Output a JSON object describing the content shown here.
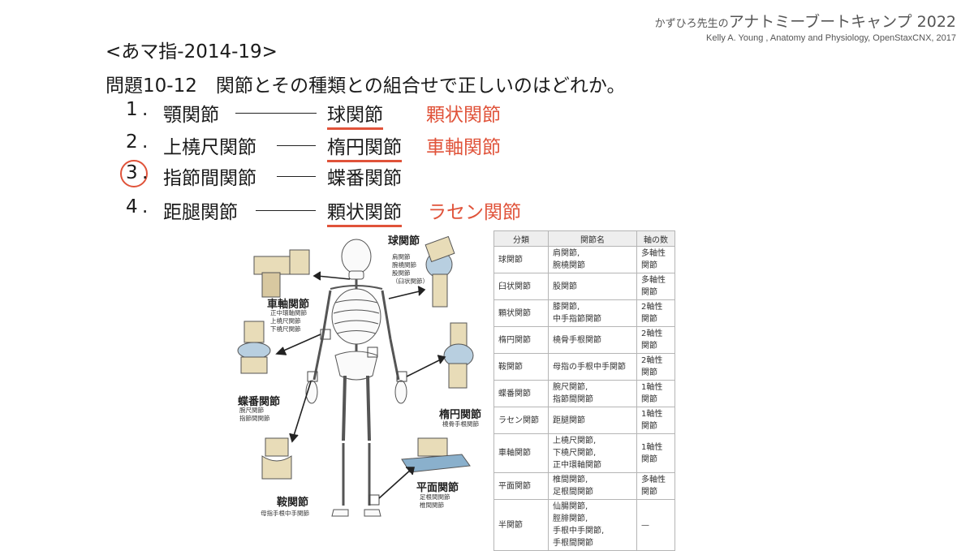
{
  "brand": {
    "prefix": "かずひろ先生の",
    "title": "アナトミーブートキャンプ 2022",
    "credit": "Kelly A. Young , Anatomy and Physiology, OpenStaxCNX, 2017"
  },
  "heading": {
    "source": "<あマ指-2014-19>",
    "question": "問題10-12　関節とその種類との組合せで正しいのはどれか。"
  },
  "options": [
    {
      "num": "1",
      "a": "顎関節",
      "b": "球関節",
      "correction": "顆状関節"
    },
    {
      "num": "2",
      "a": "上橈尺関節",
      "b": "楕円関節",
      "correction": "車軸関節"
    },
    {
      "num": "3",
      "a": "指節間関節",
      "b": "蝶番関節",
      "correction": ""
    },
    {
      "num": "4",
      "a": "距腿関節",
      "b": "顆状関節",
      "correction": "ラセン関節"
    }
  ],
  "figure": {
    "ball": {
      "name": "球関節",
      "examples": [
        "肩関節",
        "腕橈関節",
        "股関節",
        "（臼状関節）"
      ]
    },
    "pivot": {
      "name": "車軸関節",
      "examples": [
        "正中環軸関節",
        "上橈尺関節",
        "下橈尺関節"
      ]
    },
    "hinge": {
      "name": "蝶番関節",
      "examples": [
        "腕尺関節",
        "指節間関節"
      ]
    },
    "ellipsoid": {
      "name": "楕円関節",
      "examples": [
        "橈骨手根関節"
      ]
    },
    "saddle": {
      "name": "鞍関節",
      "examples": [
        "母指手根中手関節"
      ]
    },
    "plane": {
      "name": "平面関節",
      "examples": [
        "足根間関節",
        "椎間関節"
      ]
    }
  },
  "table": {
    "headers": [
      "分類",
      "関節名",
      "軸の数"
    ],
    "rows": [
      {
        "type": "球関節",
        "joints": [
          "肩関節,",
          "腕橈関節"
        ],
        "axes": [
          "多軸性",
          "関節"
        ]
      },
      {
        "type": "臼状関節",
        "joints": [
          "股関節"
        ],
        "axes": [
          "多軸性",
          "関節"
        ]
      },
      {
        "type": "顆状関節",
        "joints": [
          "膝関節,",
          "中手指節関節"
        ],
        "axes": [
          "2軸性",
          "関節"
        ]
      },
      {
        "type": "楕円関節",
        "joints": [
          "橈骨手根関節"
        ],
        "axes": [
          "2軸性",
          "関節"
        ]
      },
      {
        "type": "鞍関節",
        "joints": [
          "母指の手根中手関節"
        ],
        "axes": [
          "2軸性",
          "関節"
        ]
      },
      {
        "type": "蝶番関節",
        "joints": [
          "腕尺関節,",
          "指節間関節"
        ],
        "axes": [
          "1軸性",
          "関節"
        ]
      },
      {
        "type": "ラセン関節",
        "joints": [
          "距腿関節"
        ],
        "axes": [
          "1軸性",
          "関節"
        ]
      },
      {
        "type": "車軸関節",
        "joints": [
          "上橈尺関節,",
          "下橈尺関節,",
          "正中環軸関節"
        ],
        "axes": [
          "1軸性",
          "関節"
        ]
      },
      {
        "type": "平面関節",
        "joints": [
          "椎間関節,",
          "足根間関節"
        ],
        "axes": [
          "多軸性",
          "関節"
        ]
      },
      {
        "type": "半関節",
        "joints": [
          "仙腸関節,",
          "脛腓関節,",
          "手根中手関節,",
          "手根間関節"
        ],
        "axes": [
          "—"
        ]
      }
    ]
  },
  "colors": {
    "accent": "#e0533a",
    "text": "#1a1a1a"
  }
}
